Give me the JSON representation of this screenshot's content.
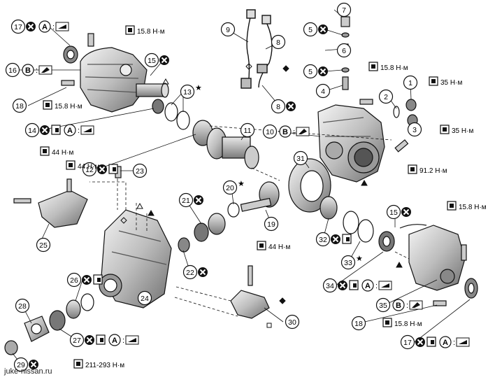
{
  "diagram": {
    "callouts": [
      {
        "num": "17",
        "seal": true,
        "lube": "A",
        "shape": "grease"
      },
      {
        "num": "16",
        "lube": "B",
        "shape": "sealant"
      },
      {
        "num": "15",
        "seal": true
      },
      {
        "num": "18",
        "torque": "15.8 Н·м"
      },
      {
        "num": "13",
        "star": true
      },
      {
        "num": "14",
        "seal": true,
        "box": true,
        "lube": "A",
        "shape": "grease"
      },
      {
        "num": "12",
        "seal": true,
        "box": true
      },
      {
        "num": "11"
      },
      {
        "num": "9"
      },
      {
        "num": "8"
      },
      {
        "num": "8b",
        "label": "8",
        "seal": true
      },
      {
        "num": "7"
      },
      {
        "num": "5",
        "seal": true
      },
      {
        "num": "6"
      },
      {
        "num": "5b",
        "label": "5",
        "seal": true
      },
      {
        "num": "4"
      },
      {
        "num": "1"
      },
      {
        "num": "2"
      },
      {
        "num": "3"
      },
      {
        "num": "10",
        "lube": "B",
        "shape": "sealant"
      },
      {
        "num": "23"
      },
      {
        "num": "21",
        "seal": true
      },
      {
        "num": "20",
        "star": true
      },
      {
        "num": "31"
      },
      {
        "num": "19"
      },
      {
        "num": "32",
        "seal": true,
        "box": true
      },
      {
        "num": "25"
      },
      {
        "num": "22",
        "seal": true
      },
      {
        "num": "26",
        "seal": true,
        "box": true
      },
      {
        "num": "24"
      },
      {
        "num": "28"
      },
      {
        "num": "27",
        "seal": true,
        "box": true,
        "lube": "A",
        "shape": "grease"
      },
      {
        "num": "29",
        "seal": true
      },
      {
        "num": "30"
      },
      {
        "num": "33",
        "star": true
      },
      {
        "num": "15b",
        "label": "15",
        "seal": true
      },
      {
        "num": "34",
        "seal": true,
        "box": true,
        "lube": "A",
        "shape": "grease"
      },
      {
        "num": "35",
        "lube": "B",
        "shape": "sealant"
      },
      {
        "num": "18b",
        "label": "18",
        "torque": "15.8 Н·м"
      },
      {
        "num": "17b",
        "label": "17",
        "seal": true,
        "box": true,
        "lube": "A",
        "shape": "grease"
      }
    ],
    "torques": {
      "t_top_left": "15.8 Н·м",
      "t_18_left": "15.8 Н·м",
      "t_top_mid": "15.8 Н·м",
      "t_1": "35 Н·м",
      "t_3": "35 Н·м",
      "t_91": "91.2 Н·м",
      "t_44a": "44 Н·м",
      "t_44b": "44 Н·м",
      "t_44c": "44 Н·м",
      "t_right_top": "15.8 Н·м",
      "t_18_right": "15.8 Н·м",
      "t_29": "211-293 Н·м"
    },
    "watermark": "juke-nissan.ru"
  },
  "colors": {
    "ink": "#111111",
    "paper": "#ffffff",
    "shade": "#9a9a9a",
    "light": "#d8d8d8"
  }
}
